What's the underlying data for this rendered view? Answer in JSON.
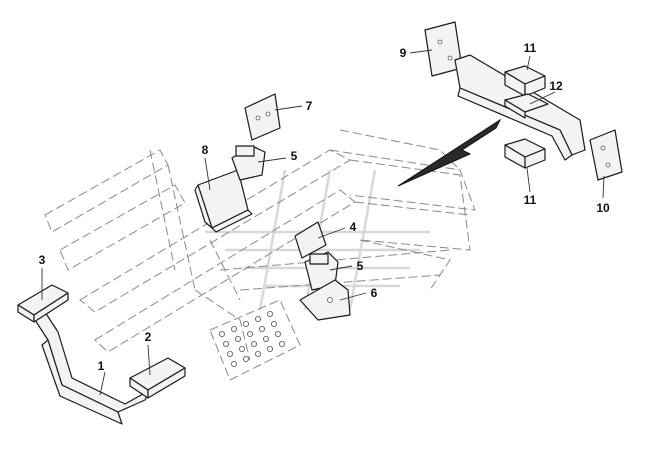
{
  "diagram": {
    "callouts": [
      {
        "id": "c1",
        "label": "1"
      },
      {
        "id": "c2",
        "label": "2"
      },
      {
        "id": "c3",
        "label": "3"
      },
      {
        "id": "c4",
        "label": "4"
      },
      {
        "id": "c5a",
        "label": "5"
      },
      {
        "id": "c5b",
        "label": "5"
      },
      {
        "id": "c6",
        "label": "6"
      },
      {
        "id": "c7",
        "label": "7"
      },
      {
        "id": "c8",
        "label": "8"
      },
      {
        "id": "c9",
        "label": "9"
      },
      {
        "id": "c10",
        "label": "10"
      },
      {
        "id": "c11a",
        "label": "11"
      },
      {
        "id": "c11b",
        "label": "11"
      },
      {
        "id": "c12",
        "label": "12"
      }
    ],
    "colors": {
      "line": "#1a1a1a",
      "frame": "#8a8a8a",
      "watermark": "#d8d8d8"
    }
  }
}
